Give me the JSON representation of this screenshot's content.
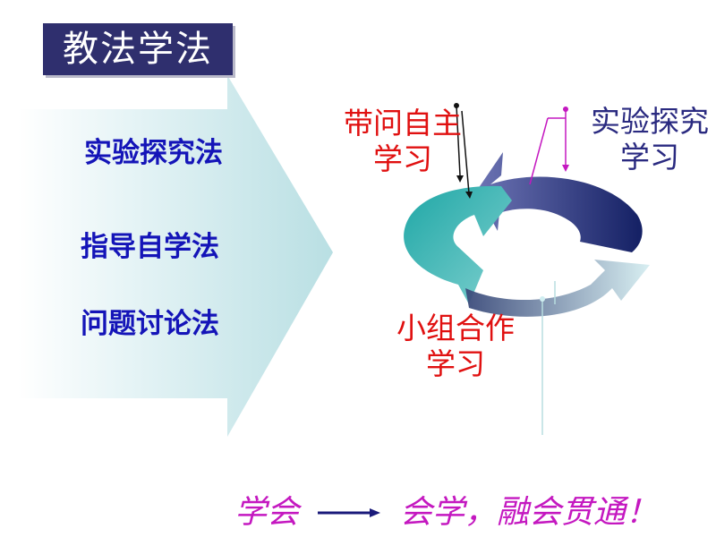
{
  "title": "教法学法",
  "methods": [
    "实验探究法",
    "指导自学法",
    "问题讨论法"
  ],
  "cycle": {
    "top_left_line1": "带问自主",
    "top_left_line2": "学习",
    "top_right_line1": "实验探究",
    "top_right_line2": "学习",
    "bottom_line1": "小组合作",
    "bottom_line2": "学习"
  },
  "slogan": {
    "from": "学会",
    "to": "会学，融会贯通！"
  },
  "colors": {
    "title_bg": "#2f2f6e",
    "methods_text": "#1414b8",
    "label_red": "#e01010",
    "label_navy": "#2a2a80",
    "slogan": "#c418c0",
    "big_arrow": "#cfe9ec",
    "cycle_teal": "#1fa3a3",
    "cycle_navy": "#1e2a70",
    "cycle_light": "#a7d8dd"
  }
}
